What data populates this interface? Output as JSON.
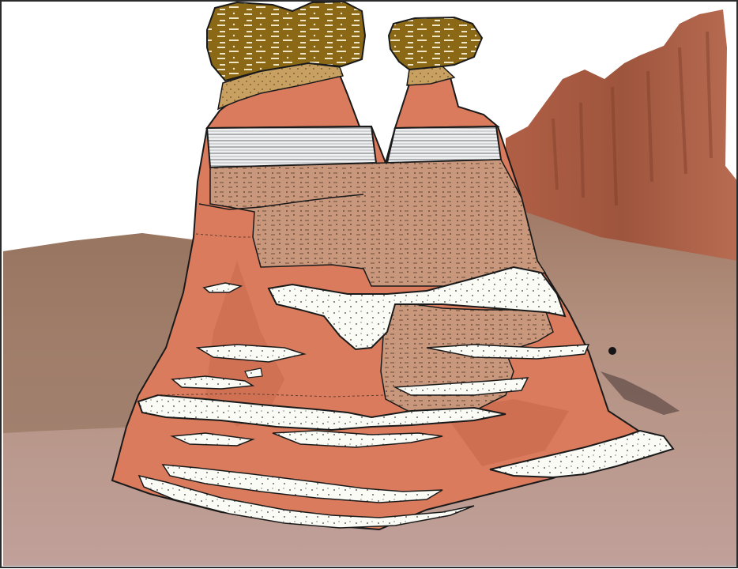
{
  "figure": {
    "kind": "geologic cross-section overlay on photograph of eroded butte with hoodoo caprocks",
    "colors": {
      "sky": "#ffffff",
      "ground": "#b88f86",
      "ground_dark": "#8e6e58",
      "cliff": "#b0674f",
      "mudstone": "#d97b5c",
      "mudstone_shade": "#c8694c",
      "sandstone_lens": "#fbfbf6",
      "silty_unit": "#c9977c",
      "caprock_conglomerate": "#8a6816",
      "pebbly_sandstone": "#c7a062",
      "laminated_bed": "#e6e8ea",
      "outline": "#1a1a1a",
      "frame": "#2b2b2b"
    },
    "units": [
      {
        "id": "caprock",
        "pattern": "conglomerate-dashes"
      },
      {
        "id": "pebbly-sandstone",
        "pattern": "stipple"
      },
      {
        "id": "laminated-bed",
        "pattern": "horizontal-laminae"
      },
      {
        "id": "silty-unit",
        "pattern": "dotted-dashes"
      },
      {
        "id": "sandstone-lenses",
        "pattern": "sparse-dots"
      },
      {
        "id": "red-mudstone",
        "pattern": "solid"
      }
    ]
  }
}
